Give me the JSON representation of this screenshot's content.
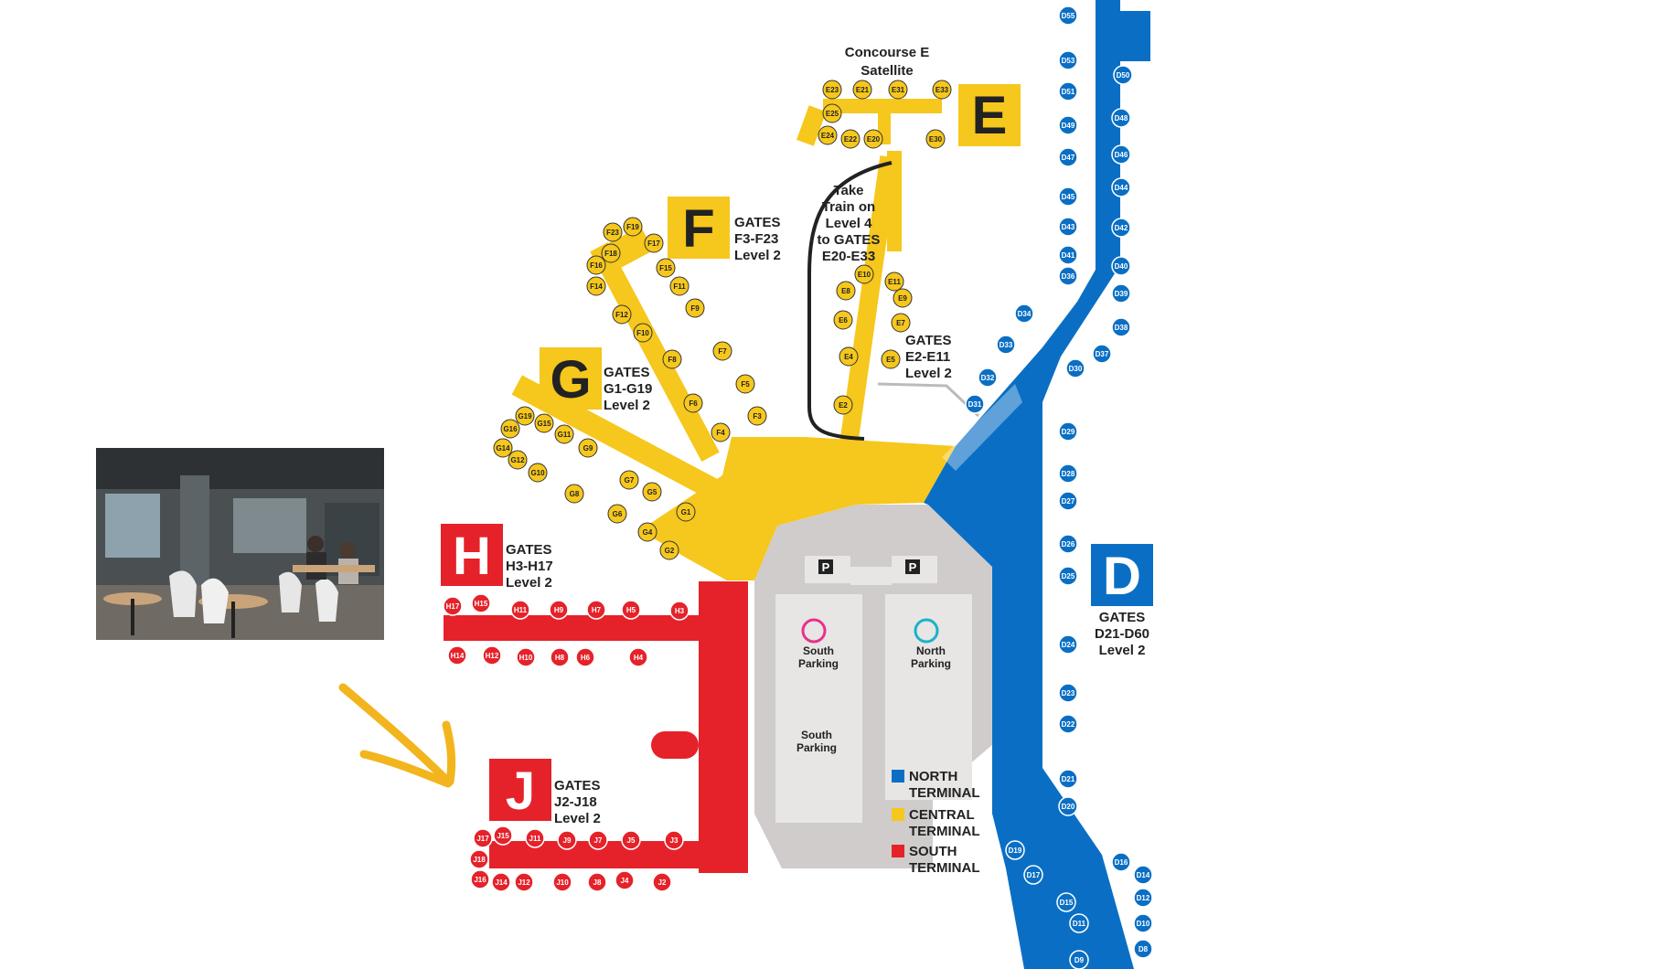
{
  "colors": {
    "north": "#0a6fc4",
    "central": "#f6c71c",
    "south": "#e5222a",
    "landside": "#cfcccb",
    "parking": "#e7e6e5",
    "arrow": "#f2b51d"
  },
  "concourses": {
    "E": {
      "letter": "E",
      "title1": "Concourse E",
      "title2": "Satellite",
      "gates_lines": [
        "GATES",
        "E2-E11",
        "Level 2"
      ],
      "train_lines": [
        "Take",
        "Train on",
        "Level 4",
        "to GATES",
        "E20-E33"
      ]
    },
    "F": {
      "letter": "F",
      "lines": [
        "GATES",
        "F3-F23",
        "Level 2"
      ]
    },
    "G": {
      "letter": "G",
      "lines": [
        "GATES",
        "G1-G19",
        "Level 2"
      ]
    },
    "H": {
      "letter": "H",
      "lines": [
        "GATES",
        "H3-H17",
        "Level 2"
      ]
    },
    "J": {
      "letter": "J",
      "lines": [
        "GATES",
        "J2-J18",
        "Level 2"
      ]
    },
    "D": {
      "letter": "D",
      "lines": [
        "GATES",
        "D21-D60",
        "Level 2"
      ]
    }
  },
  "parking": {
    "p_mark": "P",
    "south_top": [
      "South",
      "Parking"
    ],
    "north": [
      "North",
      "Parking"
    ],
    "south_bottom": [
      "South",
      "Parking"
    ]
  },
  "legend": [
    {
      "color_key": "north",
      "lines": [
        "NORTH",
        "TERMINAL"
      ]
    },
    {
      "color_key": "central",
      "lines": [
        "CENTRAL",
        "TERMINAL"
      ]
    },
    {
      "color_key": "south",
      "lines": [
        "SOUTH",
        "TERMINAL"
      ]
    }
  ],
  "gates": {
    "E_sat": [
      "E23",
      "E21",
      "E31",
      "E33",
      "E25",
      "E24",
      "E22",
      "E20",
      "E30"
    ],
    "E_main": [
      "E10",
      "E11",
      "E8",
      "E9",
      "E6",
      "E7",
      "E4",
      "E5",
      "E2"
    ],
    "F": [
      "F19",
      "F23",
      "F17",
      "F18",
      "F16",
      "F15",
      "F11",
      "F14",
      "F9",
      "F12",
      "F10",
      "F7",
      "F8",
      "F5",
      "F6",
      "F3",
      "F4"
    ],
    "G": [
      "G19",
      "G16",
      "G15",
      "G11",
      "G14",
      "G9",
      "G12",
      "G10",
      "G7",
      "G8",
      "G5",
      "G6",
      "G1",
      "G4",
      "G2"
    ],
    "H": [
      "H17",
      "H15",
      "H11",
      "H9",
      "H7",
      "H5",
      "H3",
      "H14",
      "H12",
      "H10",
      "H8",
      "H6",
      "H4"
    ],
    "J": [
      "J17",
      "J15",
      "J11",
      "J9",
      "J7",
      "J5",
      "J3",
      "J18",
      "J16",
      "J14",
      "J12",
      "J10",
      "J8",
      "J4",
      "J2"
    ],
    "D": [
      "D55",
      "D53",
      "D50",
      "D51",
      "D48",
      "D49",
      "D46",
      "D47",
      "D44",
      "D45",
      "D42",
      "D43",
      "D41",
      "D40",
      "D36",
      "D39",
      "D34",
      "D38",
      "D33",
      "D37",
      "D32",
      "D30",
      "D31",
      "D29",
      "D28",
      "D27",
      "D26",
      "D25",
      "D24",
      "D23",
      "D22",
      "D21",
      "D20",
      "D19",
      "D17",
      "D16",
      "D14",
      "D15",
      "D12",
      "D11",
      "D10",
      "D9",
      "D8"
    ]
  },
  "photo_icon": "lounge-photo",
  "arrow_icon": "pointer-arrow-icon"
}
